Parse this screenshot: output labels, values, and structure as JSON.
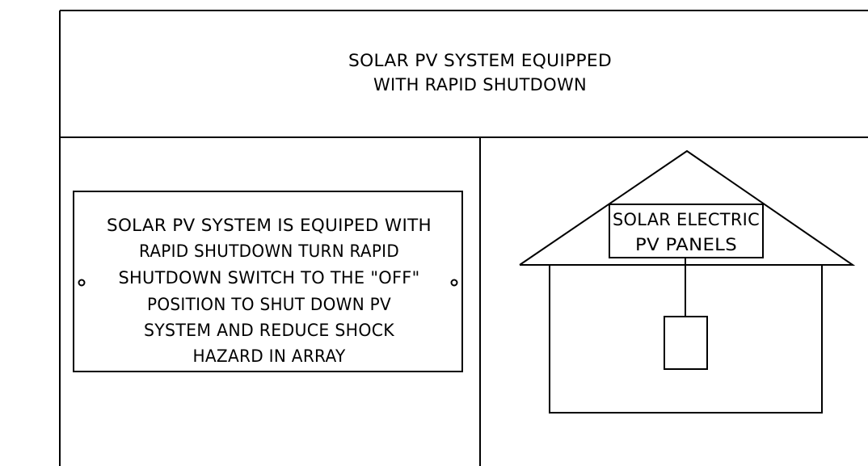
{
  "header": {
    "title_line1": "SOLAR PV SYSTEM EQUIPPED",
    "title_line2": "WITH RAPID SHUTDOWN"
  },
  "placard": {
    "lines": [
      "SOLAR PV SYSTEM IS EQUIPED WITH",
      "RAPID SHUTDOWN TURN RAPID",
      "SHUTDOWN SWITCH TO THE \"OFF\"",
      "POSITION TO SHUT DOWN PV",
      "SYSTEM AND REDUCE SHOCK",
      "HAZARD IN ARRAY"
    ]
  },
  "house": {
    "panel_label_line1": "SOLAR ELECTRIC",
    "panel_label_line2": "PV PANELS"
  },
  "colors": {
    "stroke": "#000000",
    "background": "#ffffff"
  }
}
